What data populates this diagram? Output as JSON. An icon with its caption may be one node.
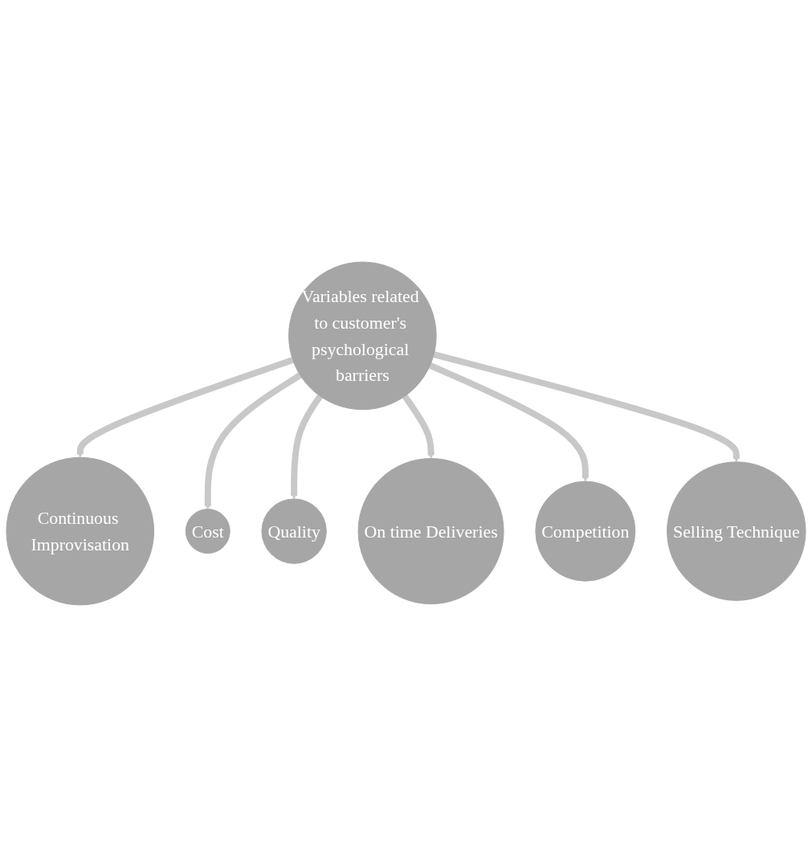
{
  "diagram": {
    "nodes": [
      {
        "text": [
          "Cost"
        ]
      },
      {
        "text": [
          "Continuous Improvisation"
        ]
      },
      {
        "text": [
          "Quality"
        ]
      },
      {
        "text": [
          "Variables related to customer's psychological barriers"
        ]
      },
      {
        "text": [
          "On time Deliveries"
        ]
      },
      {
        "text": [
          "Selling Technique"
        ]
      },
      {
        "text": [
          "Competition"
        ]
      }
    ],
    "edges": [
      {
        "from": 3,
        "to": 1,
        "arrow": "to"
      },
      {
        "from": 3,
        "to": 0,
        "arrow": "to"
      },
      {
        "from": 3,
        "to": 2,
        "arrow": "to"
      },
      {
        "from": 3,
        "to": 4,
        "arrow": "to"
      },
      {
        "from": 3,
        "to": 6,
        "arrow": "to"
      },
      {
        "from": 3,
        "to": 5,
        "arrow": "to"
      }
    ]
  }
}
